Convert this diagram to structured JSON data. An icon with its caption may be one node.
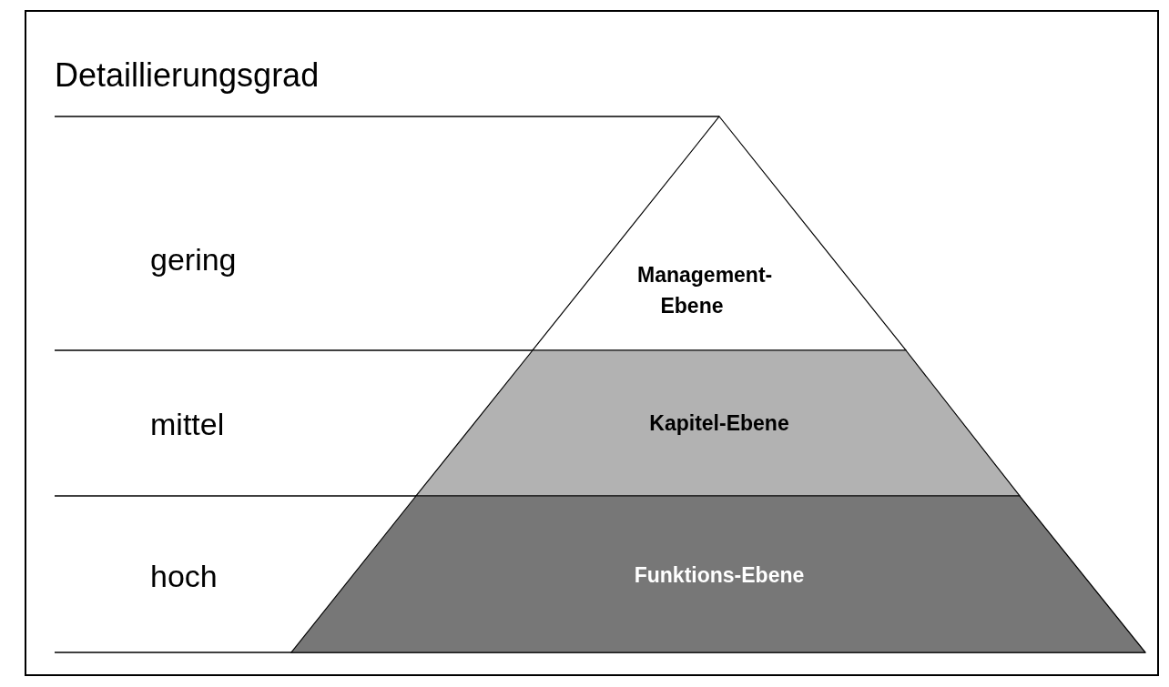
{
  "diagram": {
    "title": "Detaillierungsgrad",
    "nodes": [
      {
        "text": [
          "Management-Ebene"
        ]
      },
      {
        "text": [
          "Kapitel-Ebene"
        ]
      },
      {
        "text": [
          "Funktions-Ebene"
        ]
      }
    ],
    "labels": [
      "gering",
      "mittel",
      "hoch"
    ]
  }
}
